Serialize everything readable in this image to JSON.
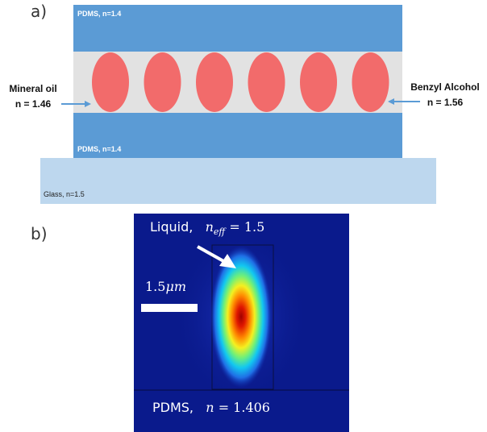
{
  "panel_a": {
    "label": "a)",
    "top_cladding": "PDMS, n=1.4",
    "bottom_cladding": "PDMS, n=1.4",
    "glass": "Glass, n=1.5",
    "left_name": "Mineral oil",
    "left_index": "n = 1.46",
    "right_name": "Benzyl Alcohol",
    "right_index": "n = 1.56",
    "droplet_count": 6,
    "colors": {
      "pdms": "#5b9bd5",
      "glass": "#bdd7ee",
      "oil": "#e0e0e0",
      "droplet": "#f26b6b",
      "arrow": "#5b9bd5"
    }
  },
  "panel_b": {
    "label": "b)",
    "liquid_label": "Liquid,",
    "neff_symbol": "n",
    "neff_sub": "eff",
    "neff_value": "= 1.5",
    "scale_label": "1.5",
    "scale_unit": "μm",
    "pdms_label": "PDMS,",
    "pdms_symbol": "n",
    "pdms_value": "= 1.406",
    "colors": {
      "background": "#0a1a8c",
      "core": "#b00000"
    }
  }
}
